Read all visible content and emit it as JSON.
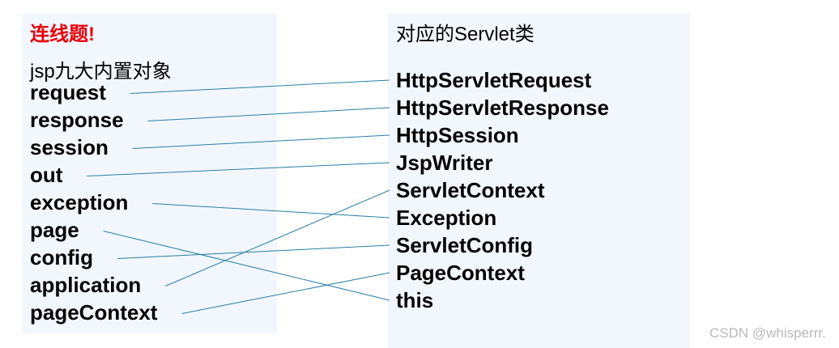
{
  "title": "连线题!",
  "left": {
    "header": "jsp九大内置对象",
    "items": [
      "request",
      "response",
      "session",
      "out",
      "exception",
      "page",
      "config",
      "application",
      "pageContext"
    ]
  },
  "right": {
    "header": "对应的Servlet类",
    "items": [
      "HttpServletRequest",
      "HttpServletResponse",
      "HttpSession",
      "JspWriter",
      "ServletContext",
      "Exception",
      "ServletConfig",
      "PageContext",
      "this"
    ]
  },
  "connections": [
    {
      "from": 0,
      "to": 0
    },
    {
      "from": 1,
      "to": 1
    },
    {
      "from": 2,
      "to": 2
    },
    {
      "from": 3,
      "to": 3
    },
    {
      "from": 4,
      "to": 5
    },
    {
      "from": 5,
      "to": 8
    },
    {
      "from": 6,
      "to": 6
    },
    {
      "from": 7,
      "to": 4
    },
    {
      "from": 8,
      "to": 7
    }
  ],
  "colors": {
    "title": "#e8000b",
    "panel": "#f2f7fd",
    "line": "#2a7fa8",
    "watermark": "#b9b9b9"
  },
  "watermark": "CSDN @whisperrr."
}
